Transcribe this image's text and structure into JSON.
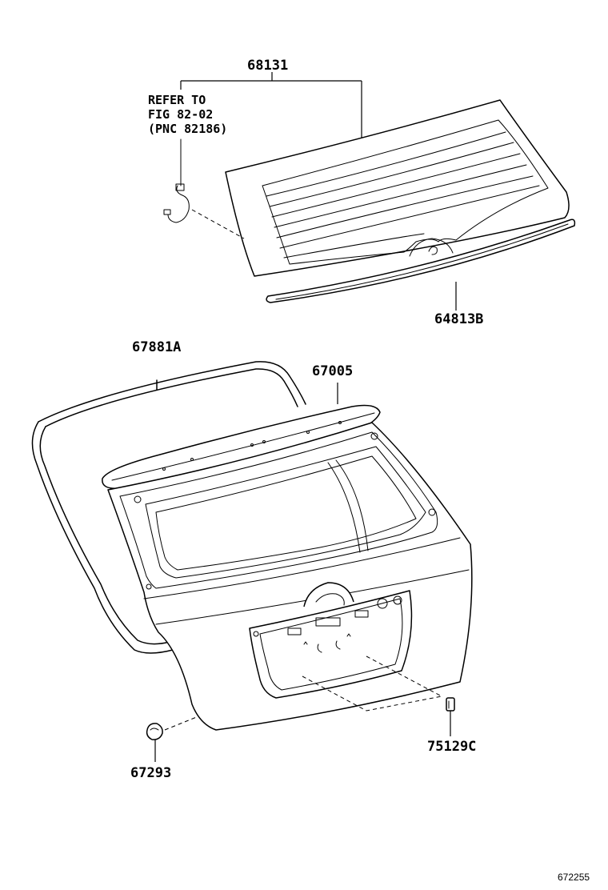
{
  "parts": {
    "glass": "68131",
    "molding": "64813B",
    "weatherstrip": "67881A",
    "spoiler": "67005",
    "cushion": "67293",
    "emblem_clip": "75129C"
  },
  "reference": {
    "line1": "REFER TO",
    "line2": "FIG 82-02",
    "line3": "(PNC 82186)"
  },
  "figure_number": "672255"
}
